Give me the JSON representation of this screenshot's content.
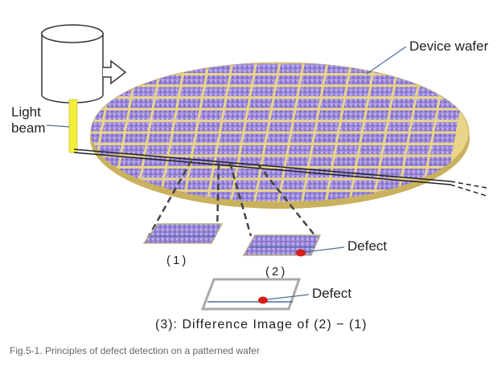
{
  "labels": {
    "device_wafer": "Device wafer",
    "light_line1": "Light",
    "light_line2": "beam",
    "defect_a": "Defect",
    "defect_b": "Defect",
    "patch1": "(1)",
    "patch2": "(2)",
    "difference": "(3): Difference Image of (2) − (1)",
    "caption": "Fig.5-1. Principles of defect detection on a patterned wafer"
  },
  "colors": {
    "wafer_gold": "#e8d58a",
    "die_purple": "#9a86d6",
    "die_dark": "#5f4fb0",
    "grid_line": "#c9bfa6",
    "beam_yellow": "#f2ef3a",
    "defect_red": "#d81c1c",
    "line": "#222222",
    "callout": "#4f6f96"
  }
}
